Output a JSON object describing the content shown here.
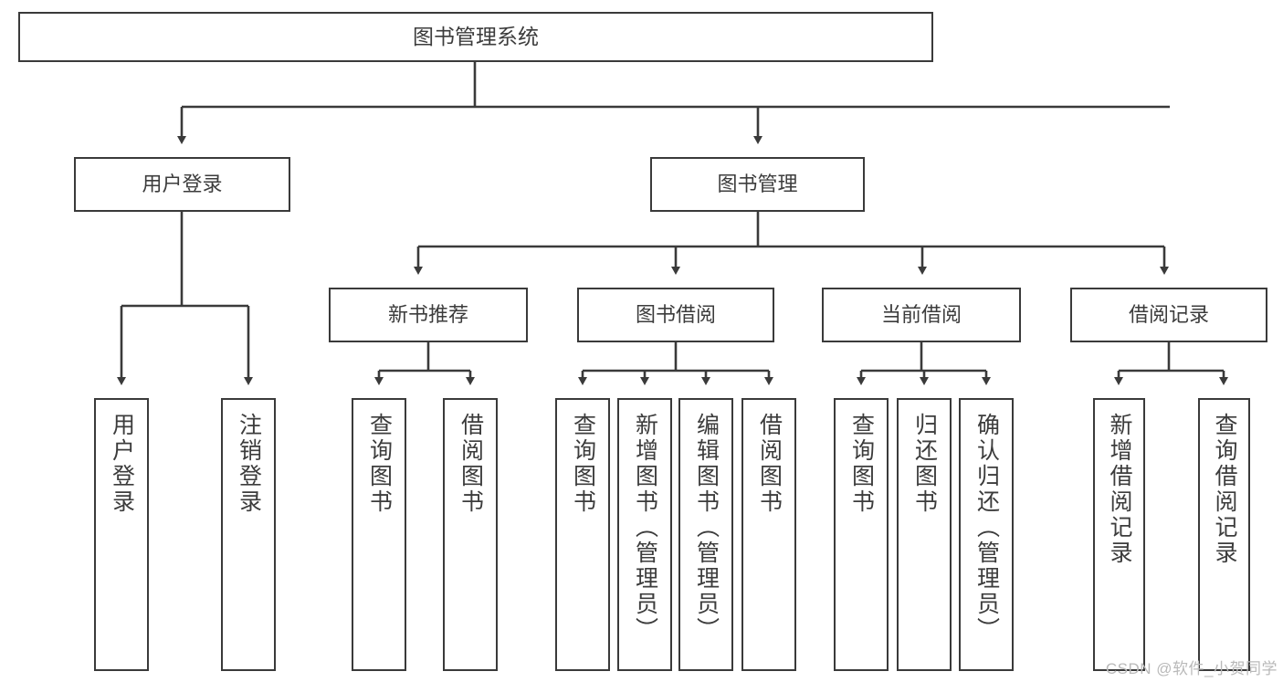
{
  "diagram": {
    "title": "图书管理系统",
    "type": "tree-hierarchy-chart",
    "root": {
      "label": "图书管理系统"
    },
    "level1": [
      {
        "label": "用户登录"
      },
      {
        "label": "图书管理"
      }
    ],
    "level2": [
      {
        "label": "新书推荐"
      },
      {
        "label": "图书借阅"
      },
      {
        "label": "当前借阅"
      },
      {
        "label": "借阅记录"
      }
    ],
    "leaves": {
      "user_login": [
        {
          "label": "用户登录"
        },
        {
          "label": "注销登录"
        }
      ],
      "new_book_recommend": [
        {
          "label": "查询图书"
        },
        {
          "label": "借阅图书"
        }
      ],
      "book_borrow": [
        {
          "label": "查询图书"
        },
        {
          "label": "新增图书（管理员）"
        },
        {
          "label": "编辑图书（管理员）"
        },
        {
          "label": "借阅图书"
        }
      ],
      "current_borrow": [
        {
          "label": "查询图书"
        },
        {
          "label": "归还图书"
        },
        {
          "label": "确认归还（管理员）"
        }
      ],
      "borrow_record": [
        {
          "label": "新增借阅记录"
        },
        {
          "label": "查询借阅记录"
        }
      ]
    }
  },
  "watermark": {
    "text": "CSDN @软件_小贺同学"
  },
  "colors": {
    "stroke": "#3a3a3a",
    "text": "#3c3c3c",
    "background": "#ffffff",
    "watermark": "#b9b9b9"
  }
}
